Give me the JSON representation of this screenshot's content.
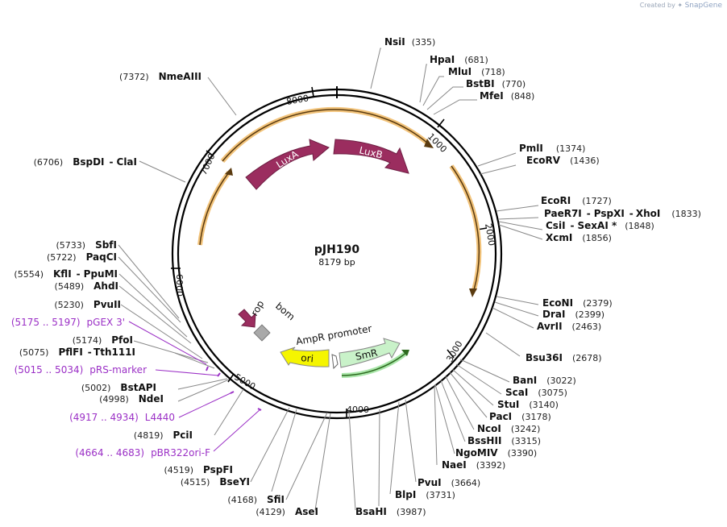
{
  "watermark": {
    "prefix": "Created by",
    "brand": "SnapGene"
  },
  "plasmid": {
    "name": "pJH190",
    "size_label": "8179 bp",
    "length": 8179
  },
  "ticks": [
    "1000",
    "2000",
    "3000",
    "4000",
    "5000",
    "6000",
    "7000",
    "8000"
  ],
  "features": [
    {
      "name": "LuxA",
      "color": "#9b2d5f"
    },
    {
      "name": "LuxB",
      "color": "#9b2d5f"
    },
    {
      "name": "SmR",
      "color": "#c9f2c9"
    },
    {
      "name": "ori",
      "color": "#f5f500"
    },
    {
      "name": "rop",
      "color": "#9b2d5f"
    },
    {
      "name": "bom",
      "color": "#a9a9a9"
    },
    {
      "name": "AmpR promoter",
      "color": "#ffffff"
    }
  ],
  "sites": {
    "nsi": {
      "name": "NsiI",
      "pos": "(335)"
    },
    "hpa": {
      "name": "HpaI",
      "pos": "(681)"
    },
    "mlu": {
      "name": "MluI",
      "pos": "(718)"
    },
    "bstbi": {
      "name": "BstBI",
      "pos": "(770)"
    },
    "mfe": {
      "name": "MfeI",
      "pos": "(848)"
    },
    "pml": {
      "name": "PmlI",
      "pos": "(1374)"
    },
    "ecorv": {
      "name": "EcoRV",
      "pos": "(1436)"
    },
    "ecori": {
      "name": "EcoRI",
      "pos": "(1727)"
    },
    "paer7": {
      "name": "PaeR7I",
      "name2": "PspXI",
      "name3": "XhoI",
      "pos": "(1833)"
    },
    "csi": {
      "name": "CsiI",
      "name2": "SexAI *",
      "pos": "(1848)"
    },
    "xcm": {
      "name": "XcmI",
      "pos": "(1856)"
    },
    "econi": {
      "name": "EcoNI",
      "pos": "(2379)"
    },
    "dra": {
      "name": "DraI",
      "pos": "(2399)"
    },
    "avrii": {
      "name": "AvrII",
      "pos": "(2463)"
    },
    "bsu36": {
      "name": "Bsu36I",
      "pos": "(2678)"
    },
    "ban": {
      "name": "BanI",
      "pos": "(3022)"
    },
    "sca": {
      "name": "ScaI",
      "pos": "(3075)"
    },
    "stu": {
      "name": "StuI",
      "pos": "(3140)"
    },
    "pac": {
      "name": "PacI",
      "pos": "(3178)"
    },
    "nco": {
      "name": "NcoI",
      "pos": "(3242)"
    },
    "bsshii": {
      "name": "BssHII",
      "pos": "(3315)"
    },
    "ngomiv": {
      "name": "NgoMIV",
      "pos": "(3390)"
    },
    "nae": {
      "name": "NaeI",
      "pos": "(3392)"
    },
    "pvu": {
      "name": "PvuI",
      "pos": "(3664)"
    },
    "blp": {
      "name": "BlpI",
      "pos": "(3731)"
    },
    "bsahi": {
      "name": "BsaHI",
      "pos": "(3987)"
    },
    "ase": {
      "name": "AseI",
      "pos": "(4129)"
    },
    "sfi": {
      "name": "SfiI",
      "pos": "(4168)"
    },
    "bseyi": {
      "name": "BseYI",
      "pos": "(4515)"
    },
    "pspfi": {
      "name": "PspFI",
      "pos": "(4519)"
    },
    "pci": {
      "name": "PciI",
      "pos": "(4819)"
    },
    "nde": {
      "name": "NdeI",
      "pos": "(4998)"
    },
    "bstapi": {
      "name": "BstAPI",
      "pos": "(5002)"
    },
    "pflfi": {
      "name": "PflFI",
      "name2": "Tth111I",
      "pos": "(5075)"
    },
    "pfo": {
      "name": "PfoI",
      "pos": "(5174)"
    },
    "pvuii": {
      "name": "PvuII",
      "pos": "(5230)"
    },
    "ahd": {
      "name": "AhdI",
      "pos": "(5489)"
    },
    "kfl": {
      "name": "KflI",
      "name2": "PpuMI",
      "pos": "(5554)"
    },
    "paqci": {
      "name": "PaqCI",
      "pos": "(5722)"
    },
    "sbf": {
      "name": "SbfI",
      "pos": "(5733)"
    },
    "bspdi": {
      "name": "BspDI",
      "name2": "ClaI",
      "pos": "(6706)"
    },
    "nmeaiii": {
      "name": "NmeAIII",
      "pos": "(7372)"
    }
  },
  "primers": {
    "pbr": {
      "range": "(4664 .. 4683)",
      "name": "pBR322ori-F"
    },
    "l4440": {
      "range": "(4917 .. 4934)",
      "name": "L4440"
    },
    "prs": {
      "range": "(5015 .. 5034)",
      "name": "pRS-marker"
    },
    "pgex": {
      "range": "(5175 .. 5197)",
      "name": "pGEX 3'"
    }
  }
}
